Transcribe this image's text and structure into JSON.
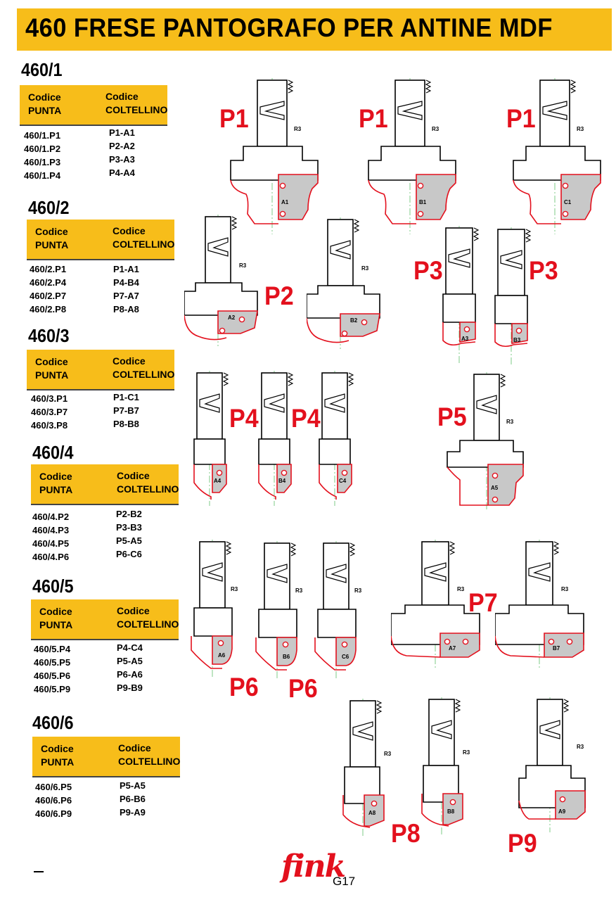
{
  "header": {
    "title": "460  FRESE PANTOGRAFO PER ANTINE MDF"
  },
  "table_header": {
    "col1": "Codice\nPUNTA",
    "col2": "Codice\nCOLTELLINO"
  },
  "groups": [
    {
      "title": "460/1",
      "rows": [
        [
          "460/1.P1",
          "P1-A1"
        ],
        [
          "460/1.P2",
          "P2-A2"
        ],
        [
          "460/1.P3",
          "P3-A3"
        ],
        [
          "460/1.P4",
          "P4-A4"
        ]
      ]
    },
    {
      "title": "460/2",
      "rows": [
        [
          "460/2.P1",
          "P1-A1"
        ],
        [
          "460/2.P4",
          "P4-B4"
        ],
        [
          "460/2.P7",
          "P7-A7"
        ],
        [
          "460/2.P8",
          "P8-A8"
        ]
      ]
    },
    {
      "title": "460/3",
      "rows": [
        [
          "460/3.P1",
          "P1-C1"
        ],
        [
          "460/3.P7",
          "P7-B7"
        ],
        [
          "460/3.P8",
          "P8-B8"
        ]
      ]
    },
    {
      "title": "460/4",
      "rows": [
        [
          "460/4.P2",
          "P2-B2"
        ],
        [
          "460/4.P3",
          "P3-B3"
        ],
        [
          "460/4.P5",
          "P5-A5"
        ],
        [
          "460/4.P6",
          "P6-C6"
        ]
      ]
    },
    {
      "title": "460/5",
      "rows": [
        [
          "460/5.P4",
          "P4-C4"
        ],
        [
          "460/5.P5",
          "P5-A5"
        ],
        [
          "460/5.P6",
          "P6-A6"
        ],
        [
          "460/5.P9",
          "P9-B9"
        ]
      ]
    },
    {
      "title": "460/6",
      "rows": [
        [
          "460/6.P5",
          "P5-A5"
        ],
        [
          "460/6.P6",
          "P6-B6"
        ],
        [
          "460/6.P9",
          "P9-A9"
        ]
      ]
    }
  ],
  "profile_labels": [
    "P1",
    "P1",
    "P1",
    "P2",
    "P3",
    "P3",
    "P4",
    "P4",
    "P5",
    "P6",
    "P6",
    "P7",
    "P8",
    "P9"
  ],
  "shank_note": "R3",
  "bits": [
    {
      "knife": "A1",
      "type": "p1",
      "r3": true
    },
    {
      "knife": "B1",
      "type": "p1",
      "r3": true
    },
    {
      "knife": "C1",
      "type": "p1",
      "r3": true
    },
    {
      "knife": "A2",
      "type": "p2",
      "r3": true
    },
    {
      "knife": "B2",
      "type": "p2",
      "r3": true
    },
    {
      "knife": "A3",
      "type": "p3",
      "r3": false
    },
    {
      "knife": "B3",
      "type": "p3",
      "r3": false
    },
    {
      "knife": "A4",
      "type": "p4",
      "r3": false
    },
    {
      "knife": "B4",
      "type": "p4",
      "r3": false
    },
    {
      "knife": "C4",
      "type": "p4",
      "r3": false
    },
    {
      "knife": "A5",
      "type": "p5",
      "r3": true
    },
    {
      "knife": "A6",
      "type": "p6",
      "r3": true
    },
    {
      "knife": "B6",
      "type": "p6",
      "r3": true
    },
    {
      "knife": "C6",
      "type": "p6",
      "r3": true
    },
    {
      "knife": "A7",
      "type": "p7",
      "r3": true
    },
    {
      "knife": "B7",
      "type": "p7",
      "r3": true
    },
    {
      "knife": "A8",
      "type": "p8",
      "r3": true
    },
    {
      "knife": "B8",
      "type": "p8",
      "r3": true
    },
    {
      "knife": "A9",
      "type": "p9",
      "r3": true
    }
  ],
  "footer": {
    "logo": "fink",
    "page": "G17"
  },
  "colors": {
    "accent": "#f7bd1a",
    "label_red": "#e3101d",
    "knife_gray": "#c8c8c8"
  }
}
